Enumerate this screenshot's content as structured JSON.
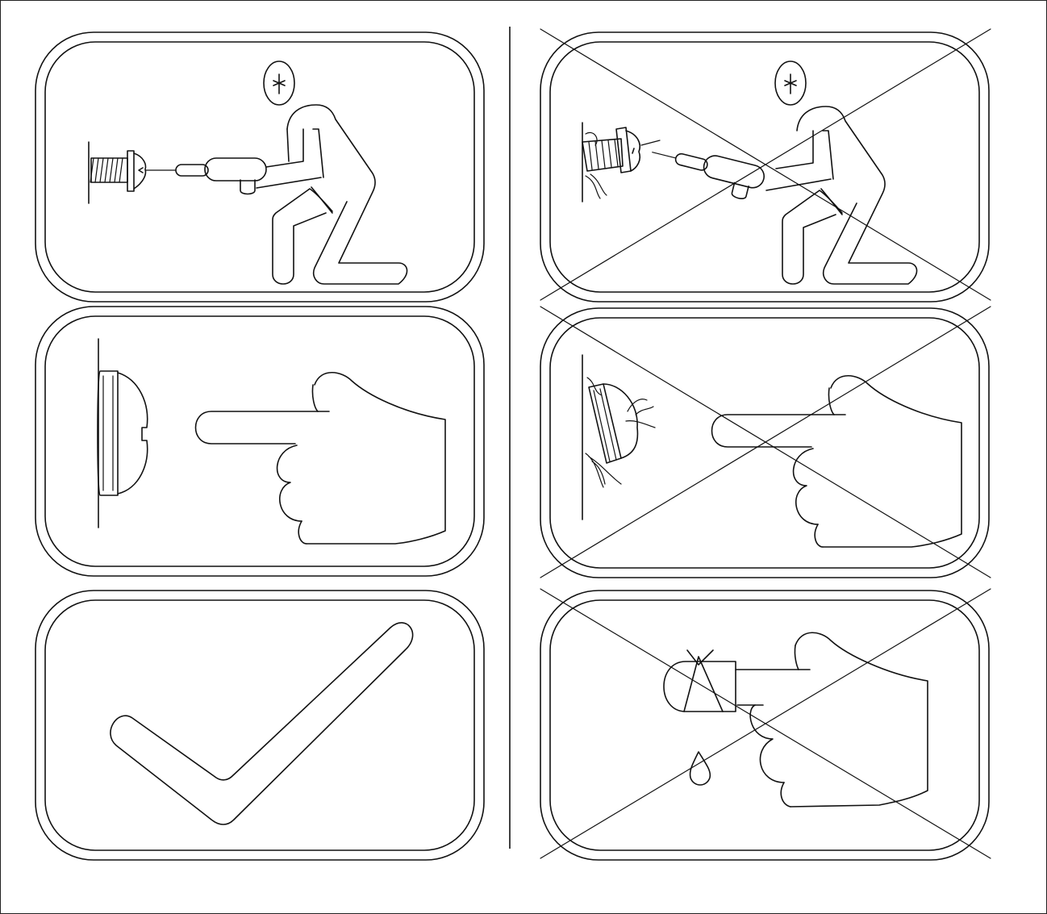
{
  "diagram": {
    "panels": [
      {
        "id": "panel-left-1",
        "verdict": "correct",
        "depicts": "kneeling-person-driving-screw"
      },
      {
        "id": "panel-left-2",
        "verdict": "correct",
        "depicts": "finger-pointing-at-seated-screw-head"
      },
      {
        "id": "panel-left-3",
        "verdict": "correct",
        "depicts": "check-mark"
      },
      {
        "id": "panel-right-1",
        "verdict": "incorrect",
        "depicts": "kneeling-person-damaging-surface-with-screw"
      },
      {
        "id": "panel-right-2",
        "verdict": "incorrect",
        "depicts": "finger-pointing-at-tilted-screw-head"
      },
      {
        "id": "panel-right-3",
        "verdict": "incorrect",
        "depicts": "finger-with-warning-triangle-and-drop"
      }
    ],
    "icons": [
      "person-kneeling-icon",
      "screw-icon",
      "pointing-hand-icon",
      "check-mark-icon",
      "cross-out-icon",
      "warning-triangle-icon",
      "water-drop-icon"
    ],
    "colors": {
      "line": "#111111",
      "background": "#ffffff"
    }
  }
}
